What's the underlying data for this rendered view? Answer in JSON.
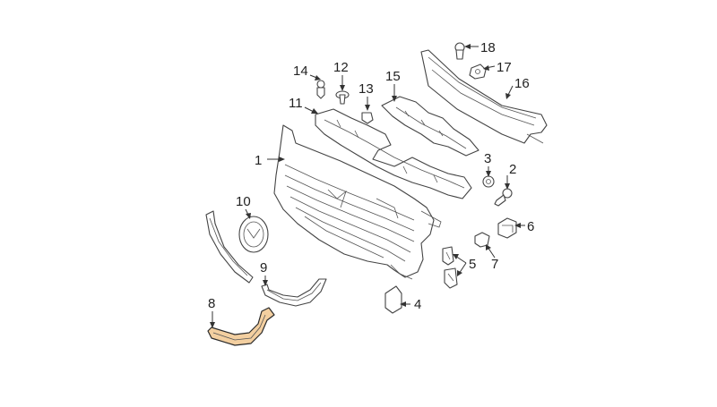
{
  "callouts": [
    {
      "label": "1"
    },
    {
      "label": "2"
    },
    {
      "label": "3"
    },
    {
      "label": "4"
    },
    {
      "label": "5"
    },
    {
      "label": "6"
    },
    {
      "label": "7"
    },
    {
      "label": "8"
    },
    {
      "label": "9"
    },
    {
      "label": "10"
    },
    {
      "label": "11"
    },
    {
      "label": "12"
    },
    {
      "label": "13"
    },
    {
      "label": "14"
    },
    {
      "label": "15"
    },
    {
      "label": "16"
    },
    {
      "label": "17"
    },
    {
      "label": "18"
    }
  ],
  "highlight_color": "#f3cfa0",
  "highlighted_part": "8"
}
